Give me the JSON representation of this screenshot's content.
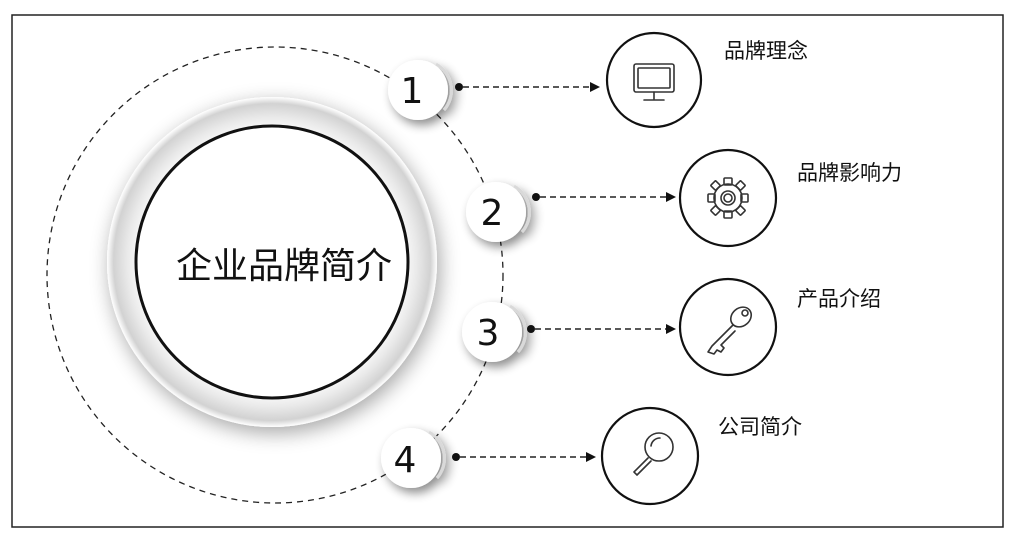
{
  "center": {
    "label": "企业品牌简介"
  },
  "items": [
    {
      "number": "1",
      "label": "品牌理念",
      "icon": "monitor-icon"
    },
    {
      "number": "2",
      "label": "品牌影响力",
      "icon": "gear-icon"
    },
    {
      "number": "3",
      "label": "产品介绍",
      "icon": "key-icon"
    },
    {
      "number": "4",
      "label": "公司简介",
      "icon": "magnifier-icon"
    }
  ]
}
